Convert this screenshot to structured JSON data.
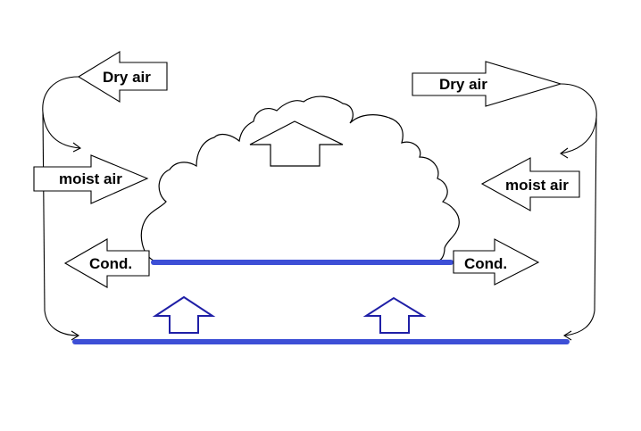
{
  "labels": {
    "dry_air_left": "Dry air",
    "dry_air_right": "Dry air",
    "moist_air_left": "moist air",
    "moist_air_right": "moist air",
    "cond_left": "Cond.",
    "cond_right": "Cond."
  },
  "colors": {
    "line": "#000000",
    "surface": "#3d4fd6",
    "updraft_arrow": "#1f1fa6"
  }
}
